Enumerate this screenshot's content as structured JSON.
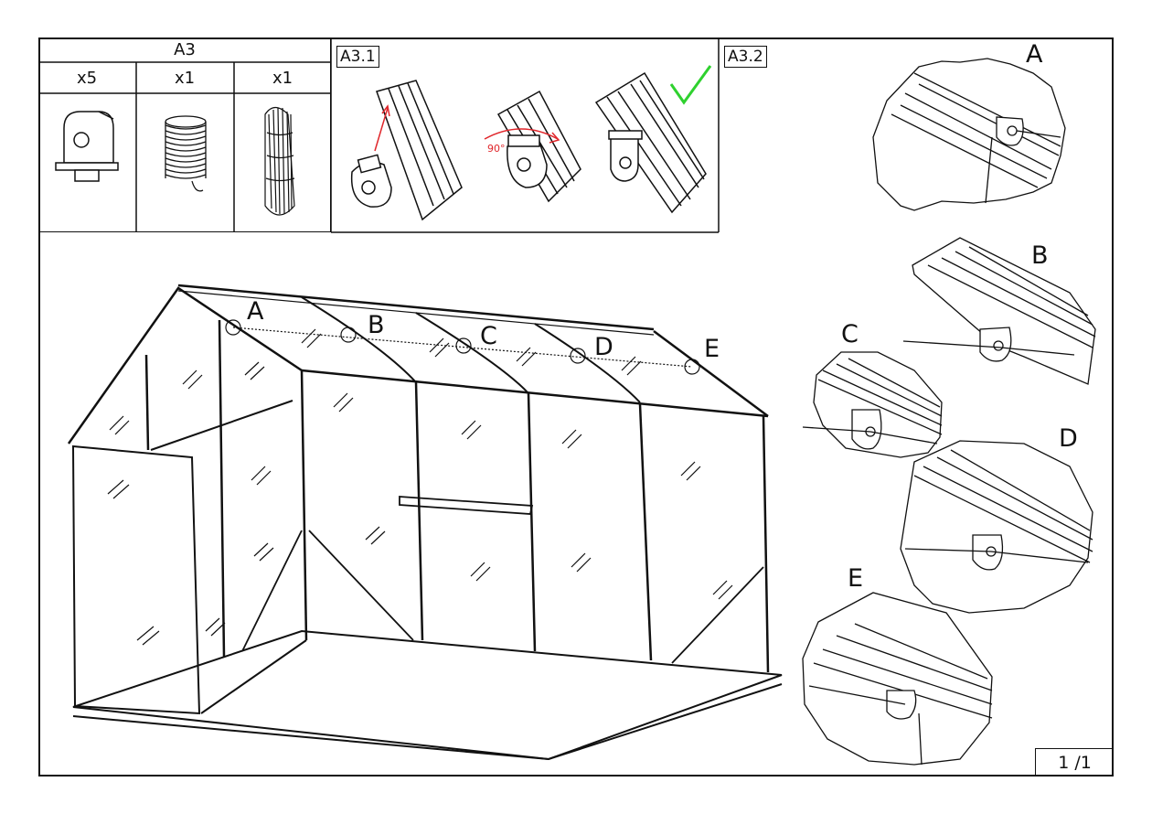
{
  "parts": {
    "title": "A3",
    "items": [
      {
        "qty": "x5",
        "icon": "clip-icon"
      },
      {
        "qty": "x1",
        "icon": "spring-coil-icon"
      },
      {
        "qty": "x1",
        "icon": "wire-bundle-icon"
      }
    ]
  },
  "steps": {
    "step1_label": "A3.1",
    "step1_angle": "90°",
    "step2_label": "A3.2"
  },
  "callouts": {
    "main": [
      "A",
      "B",
      "C",
      "D",
      "E"
    ],
    "zoom": [
      "A",
      "B",
      "C",
      "D",
      "E"
    ]
  },
  "footer": {
    "page": "1 /1"
  },
  "colors": {
    "line": "#111111",
    "rotation_arrow": "#e0262b",
    "checkmark": "#2fd12f"
  }
}
